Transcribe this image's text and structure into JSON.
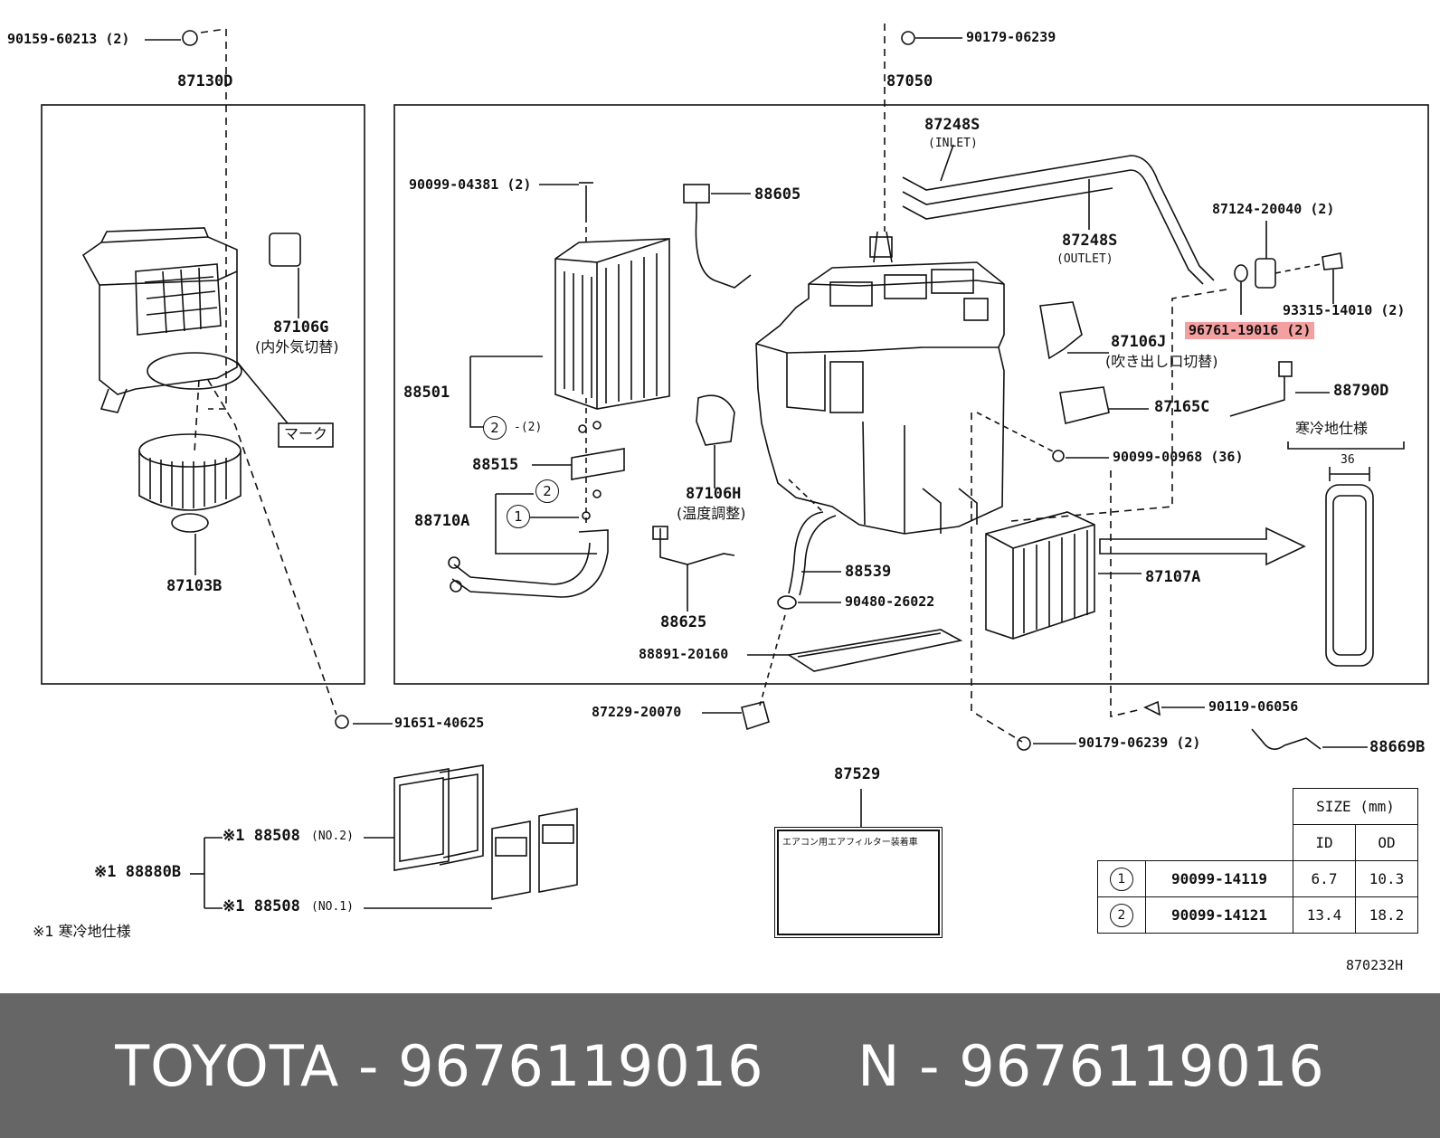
{
  "diagram": {
    "labels": {
      "p_90159_60213": "90159-60213 (2)",
      "p_87130D": "87130D",
      "p_87106G": "87106G",
      "p_87106G_note": "(内外気切替)",
      "p_mark": "マーク",
      "p_87103B": "87103B",
      "p_91651_40625": "91651-40625",
      "p_90179_06239_top": "90179-06239",
      "p_87050": "87050",
      "p_87248S_in": "87248S",
      "p_inlet": "(INLET)",
      "p_87248S_out": "87248S",
      "p_outlet": "(OUTLET)",
      "p_90099_04381": "90099-04381 (2)",
      "p_88605": "88605",
      "p_87124_20040": "87124-20040 (2)",
      "p_93315_14010": "93315-14010 (2)",
      "p_96761_19016": "96761-19016 (2)",
      "p_87106J": "87106J",
      "p_87106J_note": "(吹き出し口切替)",
      "p_88790D": "88790D",
      "p_87165C": "87165C",
      "p_90099_00968": "90099-00968 (36)",
      "p_cold_spec": "寒冷地仕様",
      "p_36": "36",
      "p_88501": "88501",
      "p_88515": "88515",
      "p_88710A": "88710A",
      "p_87106H": "87106H",
      "p_87106H_note": "(温度調整)",
      "p_88539": "88539",
      "p_90480_26022": "90480-26022",
      "p_87107A": "87107A",
      "p_88625": "88625",
      "p_88891_20160": "88891-20160",
      "p_87229_20070": "87229-20070",
      "p_90119_06056": "90119-06056",
      "p_90179_06239_bot": "90179-06239 (2)",
      "p_88669B": "88669B",
      "p_87529": "87529",
      "p_88508_no2": "※1 88508",
      "p_no2": "(NO.2)",
      "p_88880B": "※1 88880B",
      "p_88508_no1": "※1 88508",
      "p_no1": "(NO.1)",
      "p_footnote": "※1 寒冷地仕様",
      "p_diagram_no": "870232H",
      "c_2a": "2",
      "c_2a_text": "-(2)",
      "c_2b": "2",
      "c_1": "1",
      "label_card_title": "エアコン用エアフィルター装着車"
    },
    "size_table": {
      "header": "SIZE (mm)",
      "col_id": "ID",
      "col_od": "OD",
      "rows": [
        {
          "mark": "1",
          "part": "90099-14119",
          "id": "6.7",
          "od": "10.3"
        },
        {
          "mark": "2",
          "part": "90099-14121",
          "id": "13.4",
          "od": "18.2"
        }
      ]
    },
    "highlight_color": "#f4a0a0"
  },
  "footer": {
    "text": "TOYOTA - 9676119016     N - 9676119016",
    "background": "#666666"
  }
}
